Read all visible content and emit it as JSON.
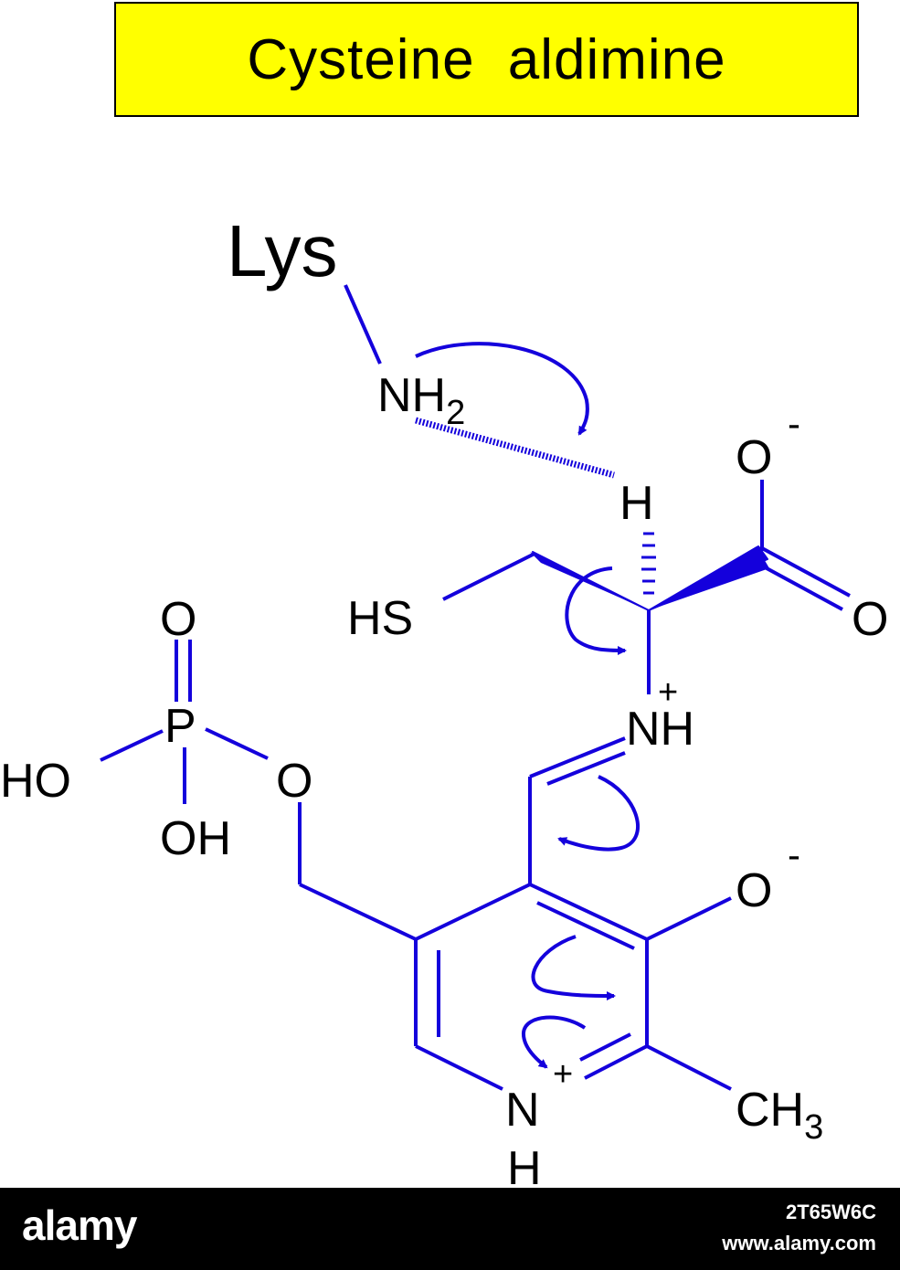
{
  "title": "Cysteine  aldimine",
  "colors": {
    "bond": "#1400dc",
    "text": "#000000",
    "title_bg": "#ffff00",
    "footer_bg": "#000000"
  },
  "atoms": {
    "lys": "Lys",
    "nh2_n": "NH",
    "nh2_sub": "2",
    "h_alpha": "H",
    "o_minus_top": "O",
    "minus_top": "-",
    "o_carbonyl": "O",
    "hs": "HS",
    "imine_n": "NH",
    "imine_plus": "+",
    "p_o_top": "O",
    "p": "P",
    "ho": "HO",
    "ester_o": "O",
    "oh": "OH",
    "o_minus_ring": "O",
    "minus_ring": "-",
    "ring_n": "N",
    "ring_plus": "+",
    "ring_h": "H",
    "ch3_text": "CH",
    "ch3_sub": "3"
  },
  "watermark": {
    "brand": "alamy",
    "image_id": "2T65W6C",
    "site": "www.alamy.com"
  }
}
